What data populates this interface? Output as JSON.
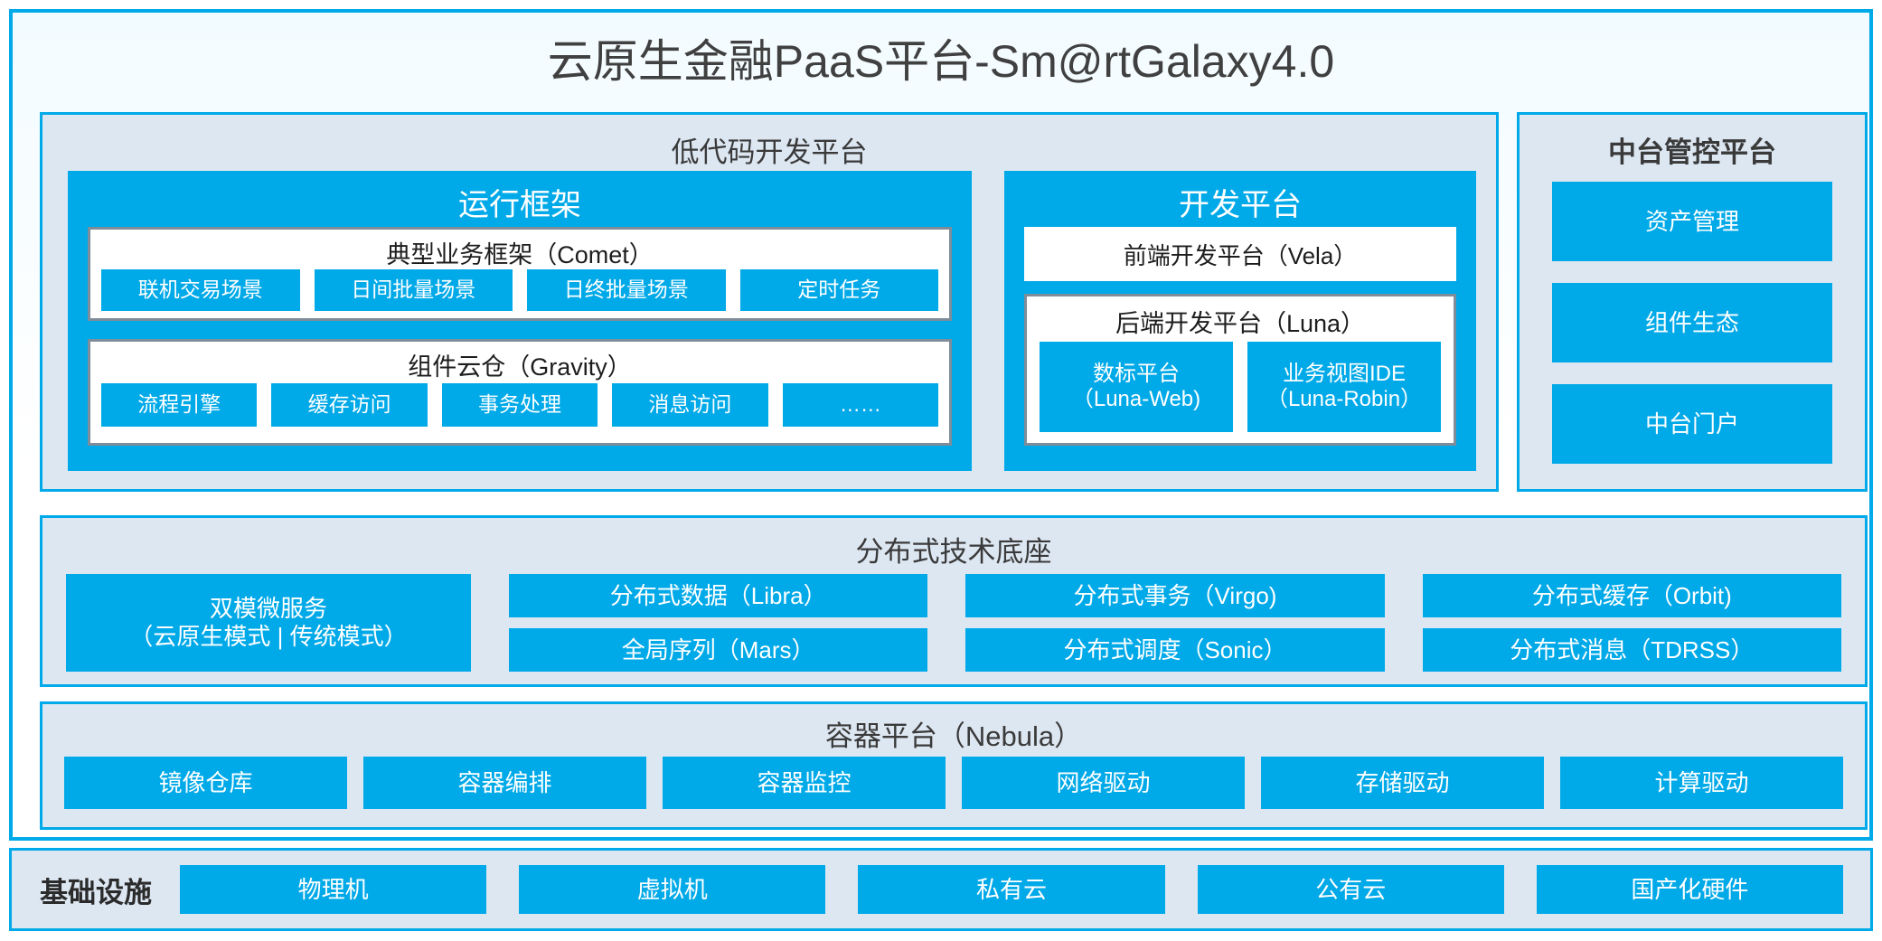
{
  "colors": {
    "accent": "#00A9E8",
    "panel_bg": "#dde7f2",
    "panel_border": "#00A9E8",
    "inner_border": "#7f8c99",
    "text_dark": "#3a3a3a",
    "text_light": "#ffffff"
  },
  "title": "云原生金融PaaS平台-Sm@rtGalaxy4.0",
  "lowcode": {
    "title": "低代码开发平台",
    "runtime": {
      "title": "运行框架",
      "comet": {
        "title": "典型业务框架（Comet）",
        "items": [
          "联机交易场景",
          "日间批量场景",
          "日终批量场景",
          "定时任务"
        ]
      },
      "gravity": {
        "title": "组件云仓（Gravity）",
        "items": [
          "流程引擎",
          "缓存访问",
          "事务处理",
          "消息访问",
          "……"
        ]
      }
    },
    "devplatform": {
      "title": "开发平台",
      "frontend": "前端开发平台（Vela）",
      "backend": {
        "title": "后端开发平台（Luna）",
        "items": [
          {
            "name": "数标平台",
            "code": "（Luna-Web)"
          },
          {
            "name": "业务视图IDE",
            "code": "（Luna-Robin）"
          }
        ]
      }
    }
  },
  "midoffice": {
    "title": "中台管控平台",
    "items": [
      "资产管理",
      "组件生态",
      "中台门户"
    ]
  },
  "distributed": {
    "title": "分布式技术底座",
    "microservice": {
      "name": "双模微服务",
      "modes": "（云原生模式 | 传统模式）"
    },
    "columns": [
      [
        "分布式数据（Libra）",
        "全局序列（Mars）"
      ],
      [
        "分布式事务（Virgo)",
        "分布式调度（Sonic）"
      ],
      [
        "分布式缓存（Orbit)",
        "分布式消息（TDRSS）"
      ]
    ]
  },
  "container": {
    "title": "容器平台（Nebula）",
    "items": [
      "镜像仓库",
      "容器编排",
      "容器监控",
      "网络驱动",
      "存储驱动",
      "计算驱动"
    ]
  },
  "infrastructure": {
    "label": "基础设施",
    "items": [
      "物理机",
      "虚拟机",
      "私有云",
      "公有云",
      "国产化硬件"
    ]
  }
}
